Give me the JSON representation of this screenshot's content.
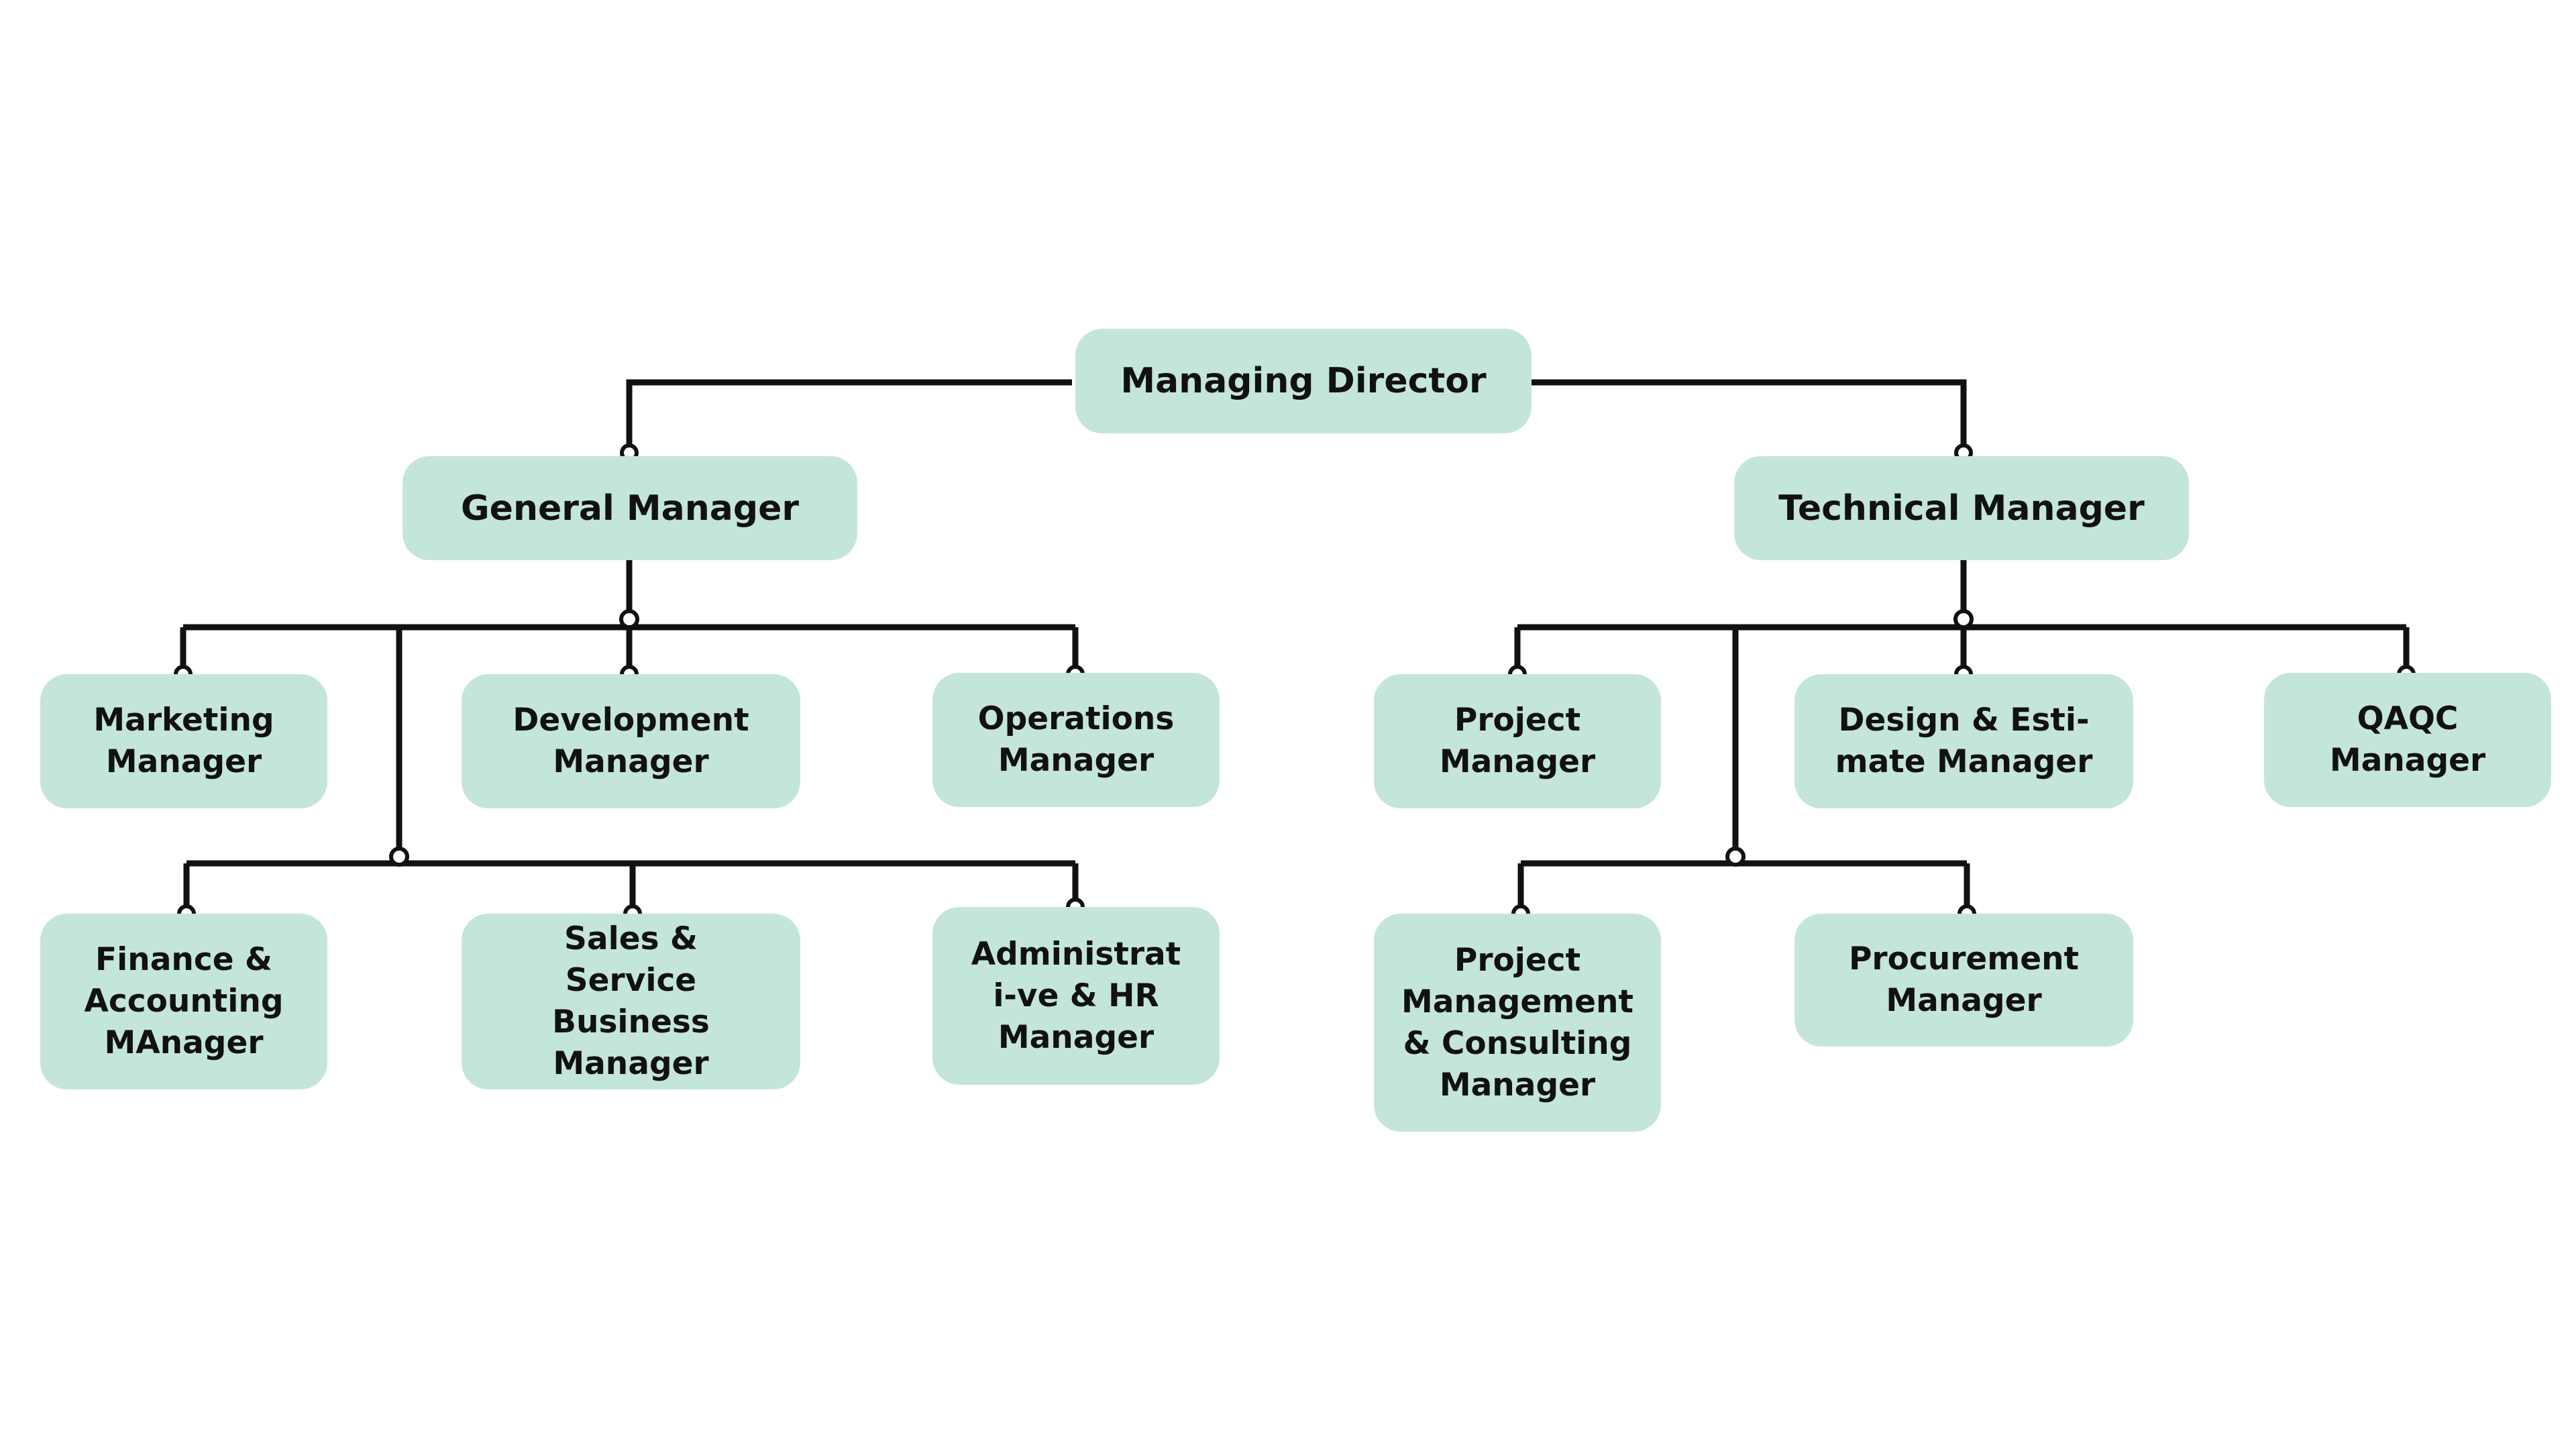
{
  "org_chart": {
    "root": {
      "label": "Managing Director"
    },
    "general_manager": {
      "label": "General Manager"
    },
    "technical_manager": {
      "label": "Technical Manager"
    },
    "gm_reports_top": [
      {
        "label": "Marketing Manager"
      },
      {
        "label": "Development Manager"
      },
      {
        "label": "Operations Manager"
      }
    ],
    "gm_reports_bottom": [
      {
        "label": "Finance & Accounting MAnager"
      },
      {
        "label": "Sales & Service Business Manager"
      },
      {
        "label": "Administrati-ve & HR Manager"
      }
    ],
    "tm_reports_top": [
      {
        "label": "Project Manager"
      },
      {
        "label": "Design & Esti-mate Manager"
      },
      {
        "label": "QAQC Manager"
      }
    ],
    "tm_reports_bottom": [
      {
        "label": "Project Management & Consulting Manager"
      },
      {
        "label": "Procurement Manager"
      }
    ]
  },
  "colors": {
    "node_fill": "#c4e6d9",
    "connector": "#111111",
    "text": "#111111"
  }
}
